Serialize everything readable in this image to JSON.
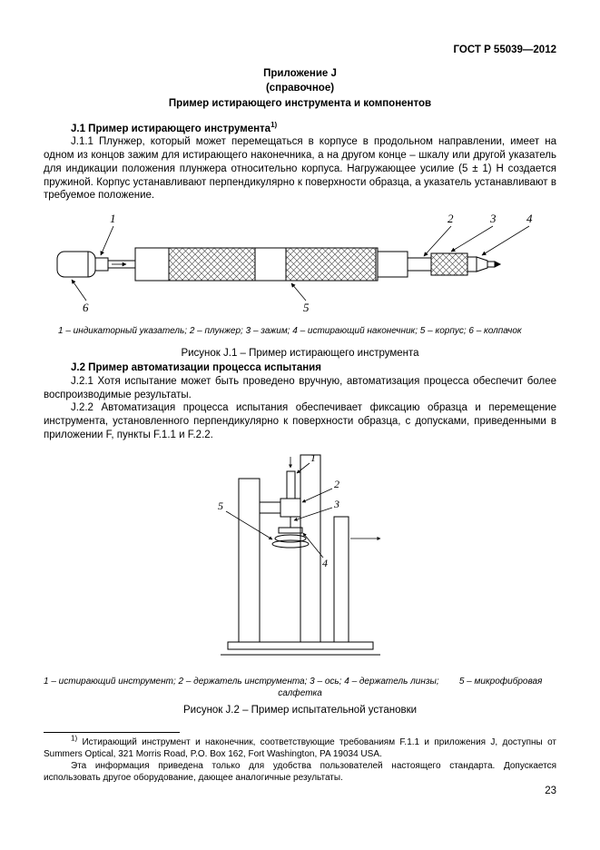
{
  "header": {
    "doc_number": "ГОСТ Р 55039—2012"
  },
  "appendix_title": {
    "line1": "Приложение J",
    "line2": "(справочное)",
    "line3": "Пример истирающего инструмента и компонентов"
  },
  "section_j1": {
    "heading": "J.1 Пример истирающего инструмента",
    "footnote_ref": "1)",
    "para_1": "J.1.1 Плунжер, который может перемещаться в корпусе в продольном направлении, имеет на одном из концов зажим для истирающего наконечника, а на другом конце – шкалу или другой указатель для индикации положения плунжера относительно корпуса. Нагружающее усилие (5 ± 1) Н создается пружиной. Корпус устанавливают перпендикулярно к поверхности образца, а указатель устанавливают в требуемое положение."
  },
  "figure_j1": {
    "callouts": [
      "1",
      "2",
      "3",
      "4",
      "5",
      "6"
    ],
    "legend": "1 – индикаторный указатель; 2 – плунжер; 3 – зажим; 4 – истирающий наконечник; 5 – корпус; 6 – колпачок",
    "caption": "Рисунок J.1 – Пример истирающего инструмента"
  },
  "section_j2": {
    "heading": "J.2 Пример автоматизации процесса испытания",
    "para_1": "J.2.1 Хотя испытание может быть проведено вручную, автоматизация процесса обеспечит более воспроизводимые результаты.",
    "para_2": "J.2.2 Автоматизация процесса испытания обеспечивает фиксацию образца и перемещение инструмента, установленного перпендикулярно к поверхности образца, с допусками, приведенными в приложении F, пункты F.1.1 и F.2.2."
  },
  "figure_j2": {
    "callouts": [
      "1",
      "2",
      "3",
      "4",
      "5"
    ],
    "legend_line1": "1 – истирающий инструмент; 2 – держатель инструмента; 3 – ось; 4 – держатель линзы;        5 – микрофибровая",
    "legend_line2": "салфетка",
    "caption": "Рисунок J.2 – Пример испытательной установки"
  },
  "footnote": {
    "ref": "1)",
    "para_1": "Истирающий инструмент и наконечник, соответствующие требованиям F.1.1 и приложения J, доступны от Summers Optical, 321 Morris Road, P.O. Box 162, Fort Washington, PA 19034 USA.",
    "para_2": "Эта информация приведена только для удобства пользователей настоящего стандарта. Допускается использовать другое оборудование, дающее аналогичные результаты."
  },
  "footer": {
    "page_number": "23"
  }
}
